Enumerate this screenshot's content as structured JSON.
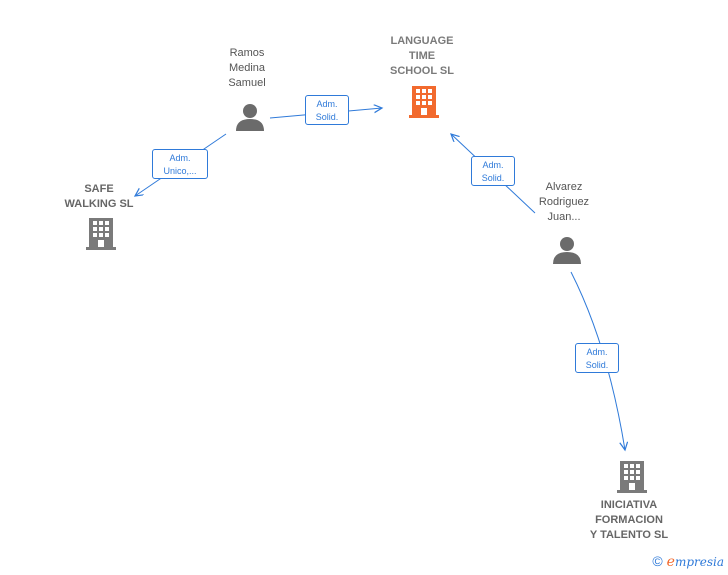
{
  "nodes": {
    "language_time": {
      "lines": [
        "LANGUAGE",
        "TIME",
        "SCHOOL  SL"
      ],
      "type": "company",
      "focus": true
    },
    "ramos": {
      "lines": [
        "Ramos",
        "Medina",
        "Samuel"
      ],
      "type": "person"
    },
    "safe_walking": {
      "lines": [
        "SAFE",
        "WALKING SL"
      ],
      "type": "company"
    },
    "alvarez": {
      "lines": [
        "Alvarez",
        "Rodriguez",
        "Juan..."
      ],
      "type": "person"
    },
    "iniciativa": {
      "lines": [
        "INICIATIVA",
        "FORMACION",
        "Y TALENTO  SL"
      ],
      "type": "company"
    }
  },
  "edges": [
    {
      "from": "ramos",
      "to": "language_time",
      "label": [
        "Adm.",
        "Solid."
      ]
    },
    {
      "from": "ramos",
      "to": "safe_walking",
      "label": [
        "Adm.",
        "Unico,..."
      ]
    },
    {
      "from": "alvarez",
      "to": "language_time",
      "label": [
        "Adm.",
        "Solid."
      ]
    },
    {
      "from": "alvarez",
      "to": "iniciativa",
      "label": [
        "Adm.",
        "Solid."
      ]
    }
  ],
  "colors": {
    "edge": "#2f7ad9",
    "focus_company": "#f26a2e",
    "company": "#7a7a7a",
    "person": "#6b6b6b"
  },
  "footer": {
    "copyright_symbol": "©",
    "brand_initial": "e",
    "brand_rest": "mpresia"
  }
}
